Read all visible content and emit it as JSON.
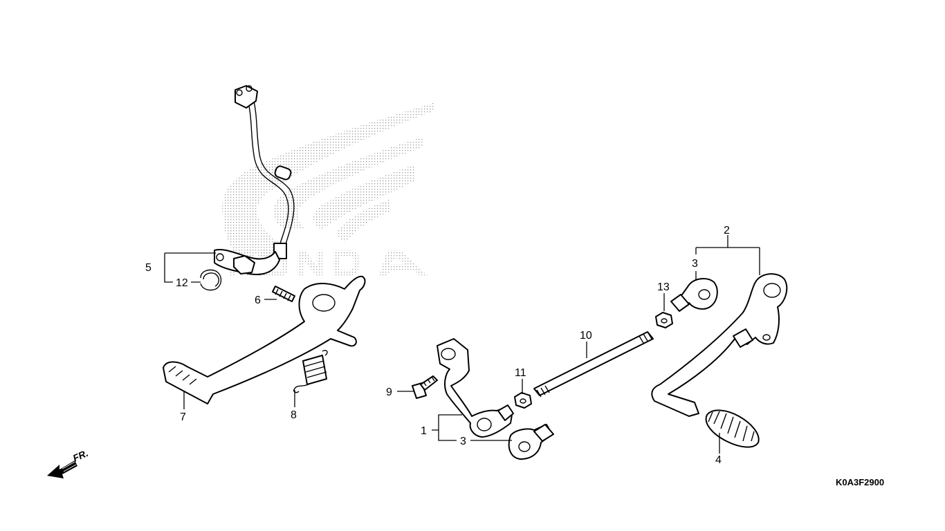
{
  "diagram_code": "K0A3F2900",
  "front_indicator": "FR.",
  "watermark_logo_text": "HONDA",
  "callouts": [
    {
      "id": "c1",
      "label": "1"
    },
    {
      "id": "c2",
      "label": "2"
    },
    {
      "id": "c3a",
      "label": "3"
    },
    {
      "id": "c3b",
      "label": "3"
    },
    {
      "id": "c4",
      "label": "4"
    },
    {
      "id": "c5",
      "label": "5"
    },
    {
      "id": "c6",
      "label": "6"
    },
    {
      "id": "c7",
      "label": "7"
    },
    {
      "id": "c8",
      "label": "8"
    },
    {
      "id": "c9",
      "label": "9"
    },
    {
      "id": "c10",
      "label": "10"
    },
    {
      "id": "c11",
      "label": "11"
    },
    {
      "id": "c12",
      "label": "12"
    },
    {
      "id": "c13",
      "label": "13"
    }
  ],
  "colors": {
    "line": "#000000",
    "background": "#ffffff",
    "watermark": "#9a9a9a"
  }
}
